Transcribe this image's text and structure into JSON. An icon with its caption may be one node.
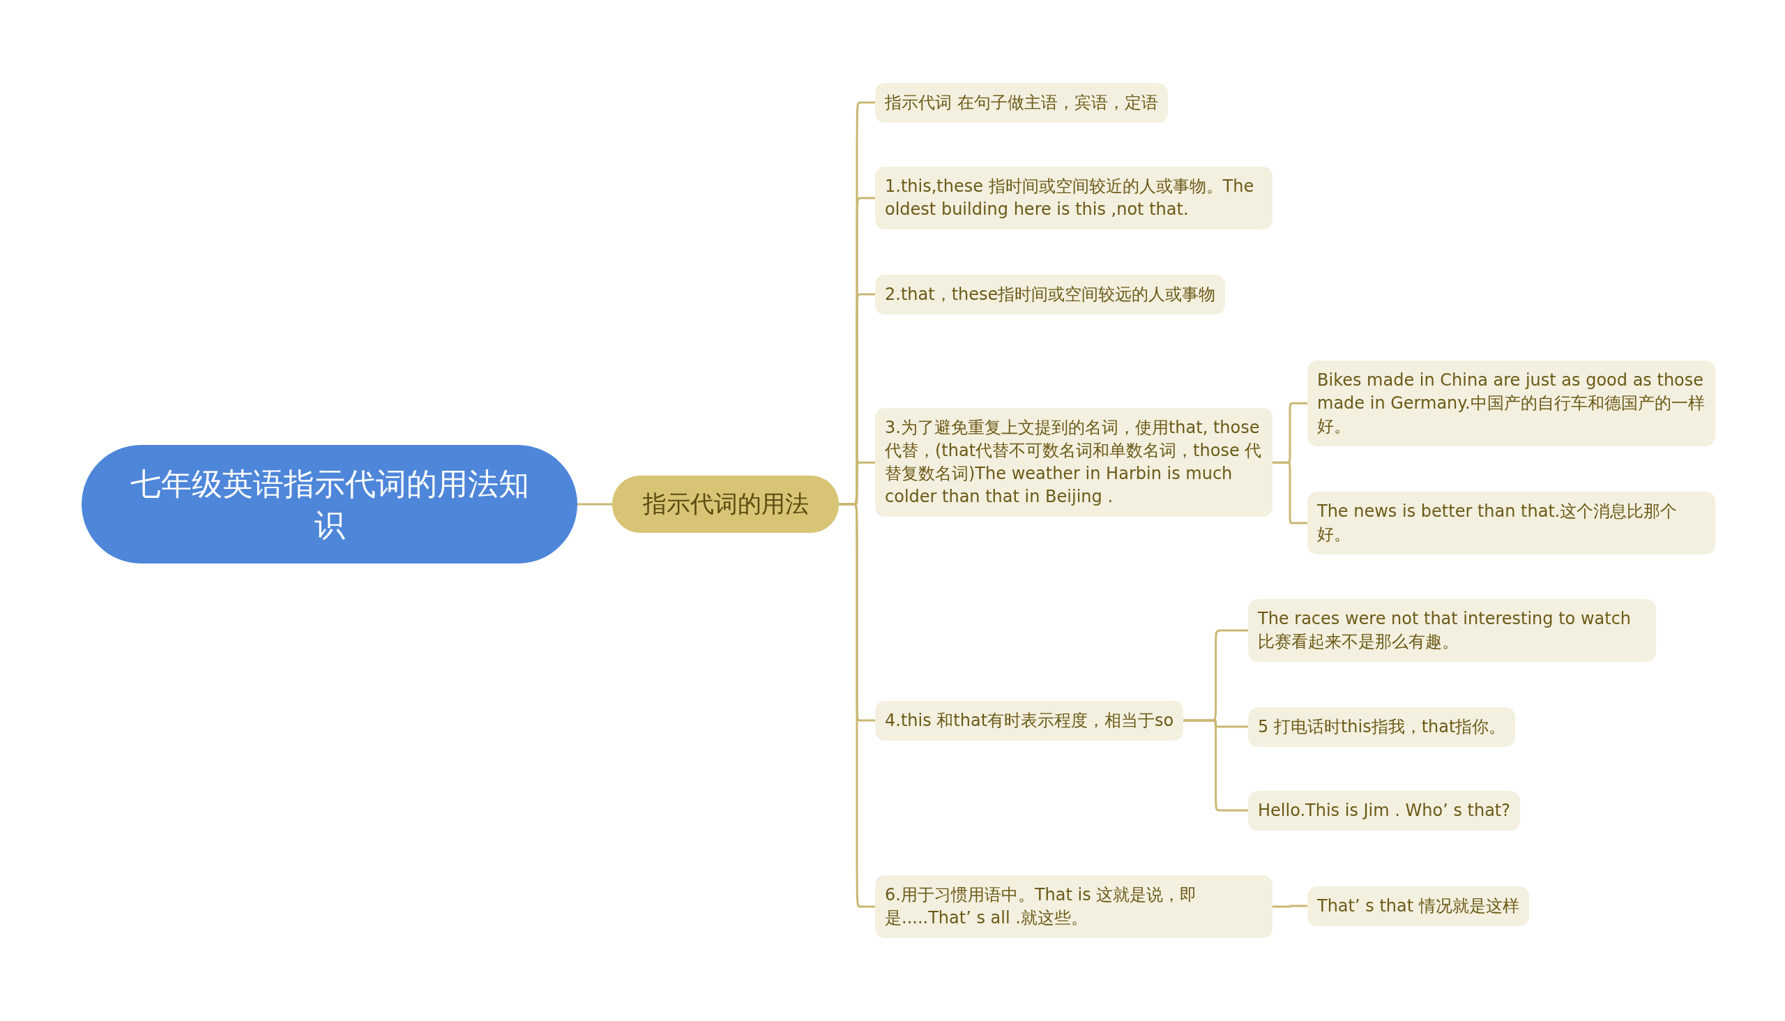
{
  "diagram": {
    "nodes": [
      {
        "text": [
          "七年级英语指示代词的用法知识"
        ]
      },
      {
        "text": [
          "指示代词的用法"
        ]
      },
      {
        "text": [
          "指示代词 在句子做主语，宾语，定语"
        ]
      },
      {
        "text": [
          "1.this,these 指时间或空间较近的人或事物。The oldest building here is this ,not that."
        ]
      },
      {
        "text": [
          "2.that，these指时间或空间较远的人或事物"
        ]
      },
      {
        "text": [
          "3.为了避免重复上文提到的名词，使用that, those 代替，(that代替不可数名词和单数名词，those 代替复数名词)The weather in Harbin is much colder than that in Beijing ."
        ]
      },
      {
        "text": [
          "Bikes made in China are just as good as those made in Germany.中国产的自行车和德国产的一样好。"
        ]
      },
      {
        "text": [
          "The news is better than that.这个消息比那个好。"
        ]
      },
      {
        "text": [
          "4.this 和that有时表示程度，相当于so"
        ]
      },
      {
        "text": [
          "The races were not that interesting to watch比赛看起来不是那么有趣。"
        ]
      },
      {
        "text": [
          "5 打电话时this指我，that指你。"
        ]
      },
      {
        "text": [
          "Hello.This is Jim . Who’ s that?"
        ]
      },
      {
        "text": [
          "6.用于习惯用语中。That is 这就是说，即是.....That’ s all .就这些。"
        ]
      },
      {
        "text": [
          "That’ s that 情况就是这样"
        ]
      }
    ],
    "edges": [
      {
        "from": 0,
        "to": 1,
        "arrow": "none"
      },
      {
        "from": 1,
        "to": 2,
        "arrow": "none"
      },
      {
        "from": 1,
        "to": 3,
        "arrow": "none"
      },
      {
        "from": 1,
        "to": 4,
        "arrow": "none"
      },
      {
        "from": 1,
        "to": 5,
        "arrow": "none"
      },
      {
        "from": 5,
        "to": 6,
        "arrow": "none"
      },
      {
        "from": 5,
        "to": 7,
        "arrow": "none"
      },
      {
        "from": 1,
        "to": 8,
        "arrow": "none"
      },
      {
        "from": 8,
        "to": 9,
        "arrow": "none"
      },
      {
        "from": 8,
        "to": 10,
        "arrow": "none"
      },
      {
        "from": 8,
        "to": 11,
        "arrow": "none"
      },
      {
        "from": 1,
        "to": 12,
        "arrow": "none"
      },
      {
        "from": 12,
        "to": 13,
        "arrow": "none"
      }
    ]
  }
}
